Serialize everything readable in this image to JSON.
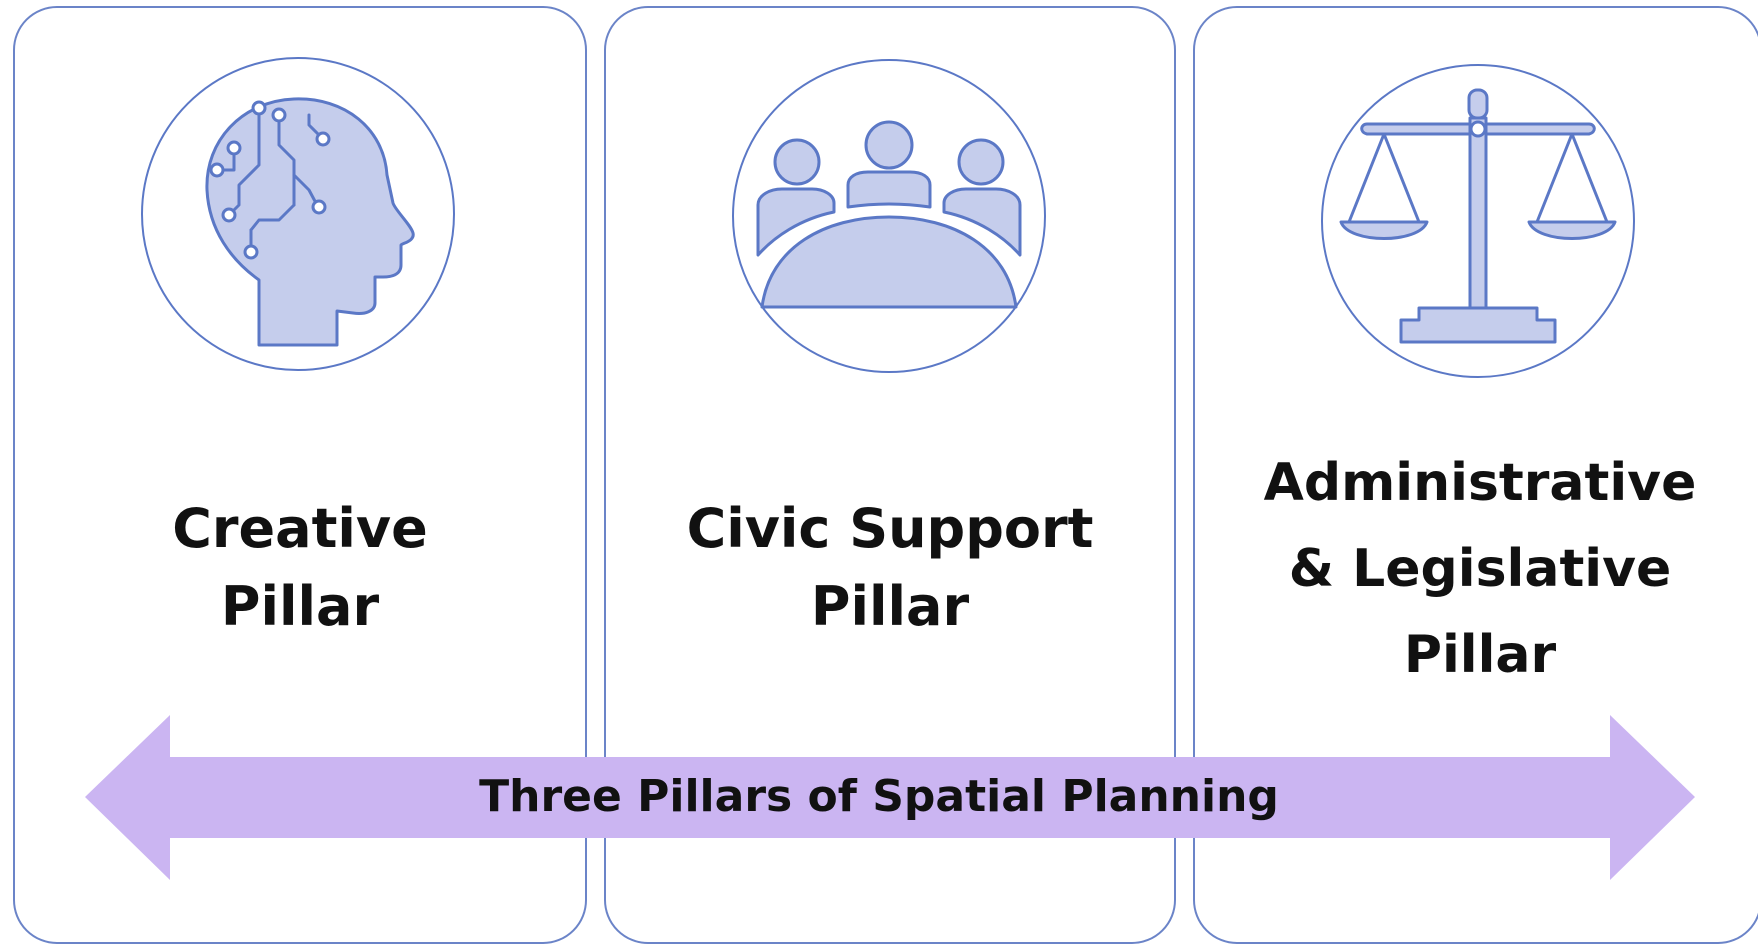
{
  "pillars": [
    {
      "label": "Creative\nPillar",
      "icon": "head-circuit-icon"
    },
    {
      "label": "Civic Support\nPillar",
      "icon": "meeting-people-icon"
    },
    {
      "label": "Administrative\n& Legislative\nPillar",
      "icon": "scales-of-justice-icon"
    }
  ],
  "banner": {
    "text": "Three Pillars of Spatial Planning",
    "icon": "double-arrow-icon"
  },
  "colors": {
    "card_border": "#6b84c8",
    "icon_fill": "#c5cdec",
    "icon_stroke": "#5b78c6",
    "arrow_fill": "#cbb5f2",
    "text": "#111111"
  }
}
